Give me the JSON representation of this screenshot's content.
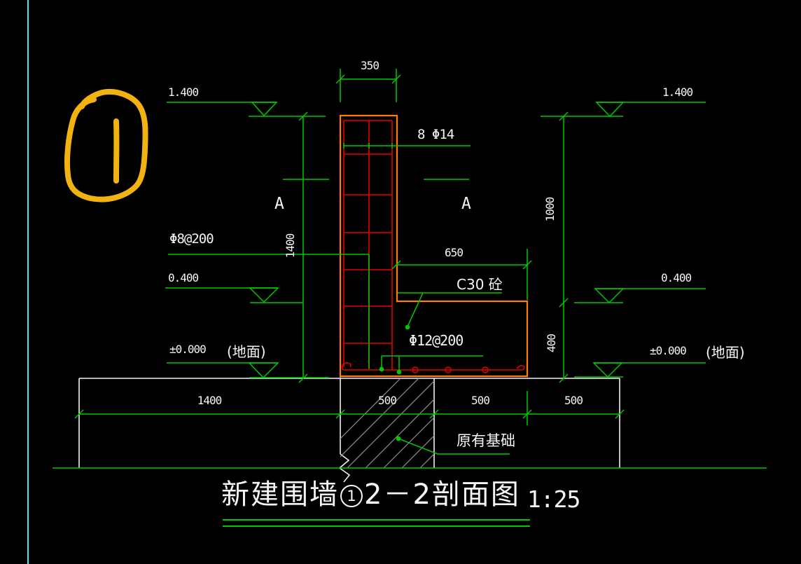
{
  "page": {
    "background": "#000000",
    "kind": "CAD section drawing"
  },
  "colors": {
    "annotation_green": "#00c800",
    "wall_orange": "#ff7f00",
    "rebar_red": "#e60000",
    "outline_white": "#f2f2f2",
    "hatch_gray": "#8c8c8c",
    "guide_cyan": "#3ce8f0",
    "marker_gold": "#f2b211",
    "text_white": "#f5f5f5"
  },
  "dimensions": {
    "wall_width": "350",
    "wall_height": "1400",
    "upper_height": "1000",
    "footing_height": "400",
    "footing_width": "650",
    "base_seg_1": "1400",
    "base_seg_2": "500",
    "base_seg_3": "500",
    "base_seg_4": "500"
  },
  "levels": {
    "top_left": "1.400",
    "top_right": "1.400",
    "mid_left": "0.400",
    "mid_right": "0.400",
    "ground_left": "±0.000",
    "ground_left_note": "(地面)",
    "ground_right": "±0.000",
    "ground_right_note": "(地面)"
  },
  "annotations": {
    "top_rebar": "8 Φ14",
    "wall_stirrup": "Φ8@200",
    "concrete_grade": "C30 砼",
    "footing_rebar": "Φ12@200",
    "existing_foundation": "原有基础",
    "section_left": "A",
    "section_right": "A"
  },
  "title": {
    "name": "新建围墙",
    "section_circle": "1",
    "section_label": "2－2剖面图",
    "scale": "1:25"
  }
}
